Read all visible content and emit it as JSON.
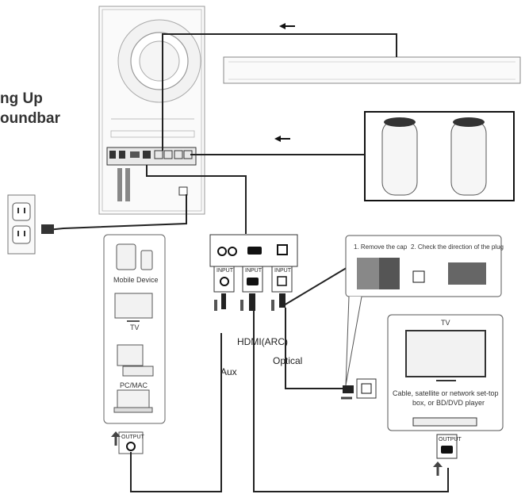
{
  "title": {
    "line1": "ng Up",
    "line2": "oundbar"
  },
  "devices": {
    "mobile": "Mobile Device",
    "tv": "TV",
    "pc": "PC/MAC"
  },
  "ports": {
    "input_aux": "INPUT",
    "input_hdmi": "INPUT",
    "input_optical": "INPUT",
    "output_device": "OUTPUT",
    "output_tv": "OUTPUT"
  },
  "cables": {
    "hdmi": "HDMI(ARC)",
    "aux": "Aux",
    "optical": "Optical"
  },
  "steps": {
    "step1": "1.  Remove the cap",
    "step2": "2.  Check the direction of the plug"
  },
  "tv_panel": {
    "title": "TV",
    "caption_line1": "Cable, satellite or network set-top",
    "caption_line2": "box, or BD/DVD player"
  }
}
